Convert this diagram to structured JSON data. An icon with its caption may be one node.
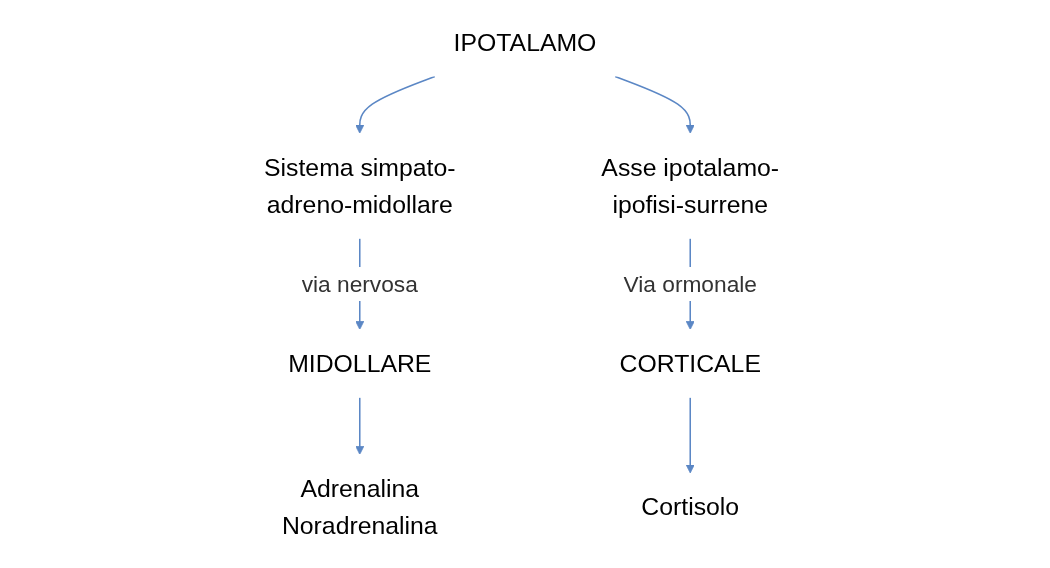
{
  "diagram": {
    "nodes": [
      {
        "text": [
          "IPOTALAMO"
        ]
      },
      {
        "text": [
          "Sistema simpato-adreno-midollare"
        ]
      },
      {
        "text": [
          "Asse ipotalamo-ipofisi-surrene"
        ]
      },
      {
        "text": [
          "MIDOLLARE"
        ]
      },
      {
        "text": [
          "CORTICALE"
        ]
      },
      {
        "text": [
          "Adrenalina",
          "Noradrenalina"
        ]
      },
      {
        "text": [
          "Cortisolo"
        ]
      }
    ],
    "edges": [
      {
        "from": 0,
        "to": 1,
        "arrow": "to"
      },
      {
        "from": 0,
        "to": 2,
        "arrow": "to"
      },
      {
        "from": 1,
        "to": 3,
        "arrow": "to",
        "label": "via nervosa"
      },
      {
        "from": 2,
        "to": 4,
        "arrow": "to",
        "label": "Via ormonale"
      },
      {
        "from": 3,
        "to": 5,
        "arrow": "to"
      },
      {
        "from": 4,
        "to": 6,
        "arrow": "to"
      }
    ]
  }
}
